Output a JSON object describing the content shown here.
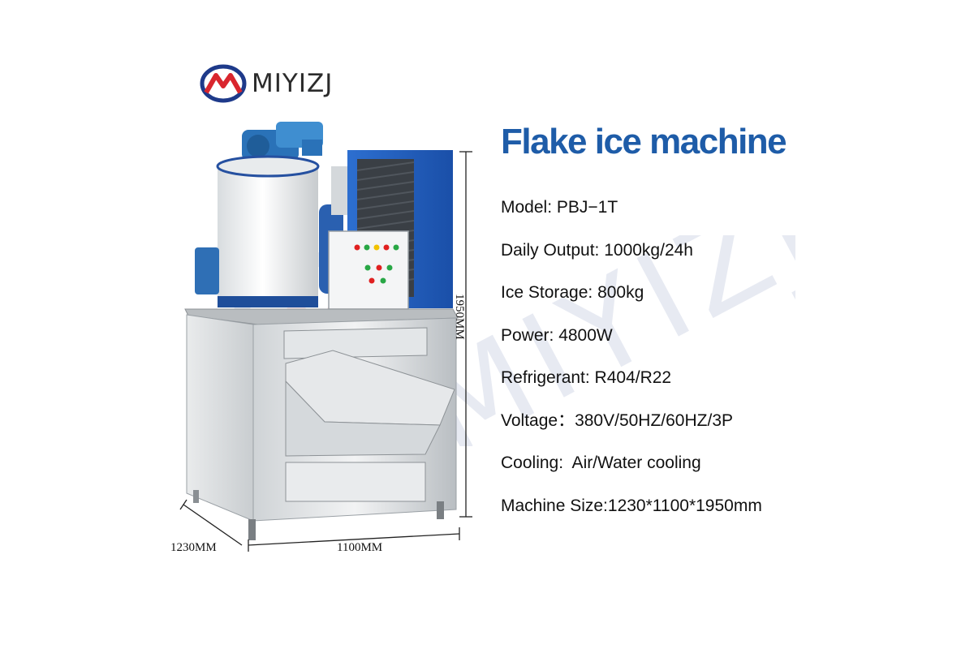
{
  "brand": {
    "name": "MIYIZJ",
    "colors": {
      "red": "#d9262e",
      "blue": "#1e3a8a",
      "text": "#2b2b2b"
    }
  },
  "product": {
    "title": "Flake ice machine",
    "title_color": "#1e5ca8",
    "specs": [
      "Model: PBJ−1T",
      "Daily Output: 1000kg/24h",
      "Ice Storage: 800kg",
      "Power: 4800W",
      "Refrigerant: R404/R22",
      "Voltage：380V/50HZ/60HZ/3P",
      "Cooling:  Air/Water cooling",
      "Machine Size:1230*1100*1950mm"
    ]
  },
  "dimensions": {
    "height": "1950MM",
    "depth": "1230MM",
    "width": "1100MM"
  }
}
